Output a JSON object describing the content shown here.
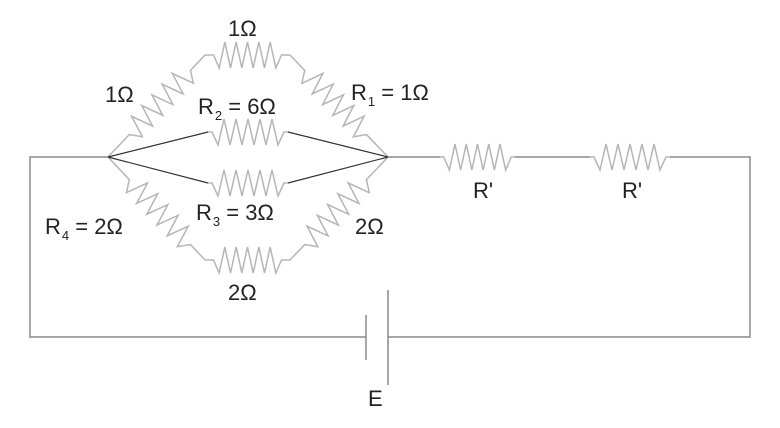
{
  "labels": {
    "top": "1Ω",
    "upper_left": "1Ω",
    "r2_name": "R",
    "r2_sub": "2",
    "r2_value": " = 6Ω",
    "r1_name": "R",
    "r1_sub": "1",
    "r1_value": " = 1Ω",
    "r_prime_1": "R'",
    "r_prime_2": "R'",
    "r4_name": "R",
    "r4_sub": "4",
    "r4_value": " = 2Ω",
    "r3_name": "R",
    "r3_sub": "3",
    "r3_value": " = 3Ω",
    "lower_right": "2Ω",
    "bottom": "2Ω",
    "battery": "E"
  },
  "colors": {
    "wire": "#8a8a8a",
    "resistor": "#b5b5b5",
    "dark_wire": "#333333",
    "text": "#222222"
  }
}
